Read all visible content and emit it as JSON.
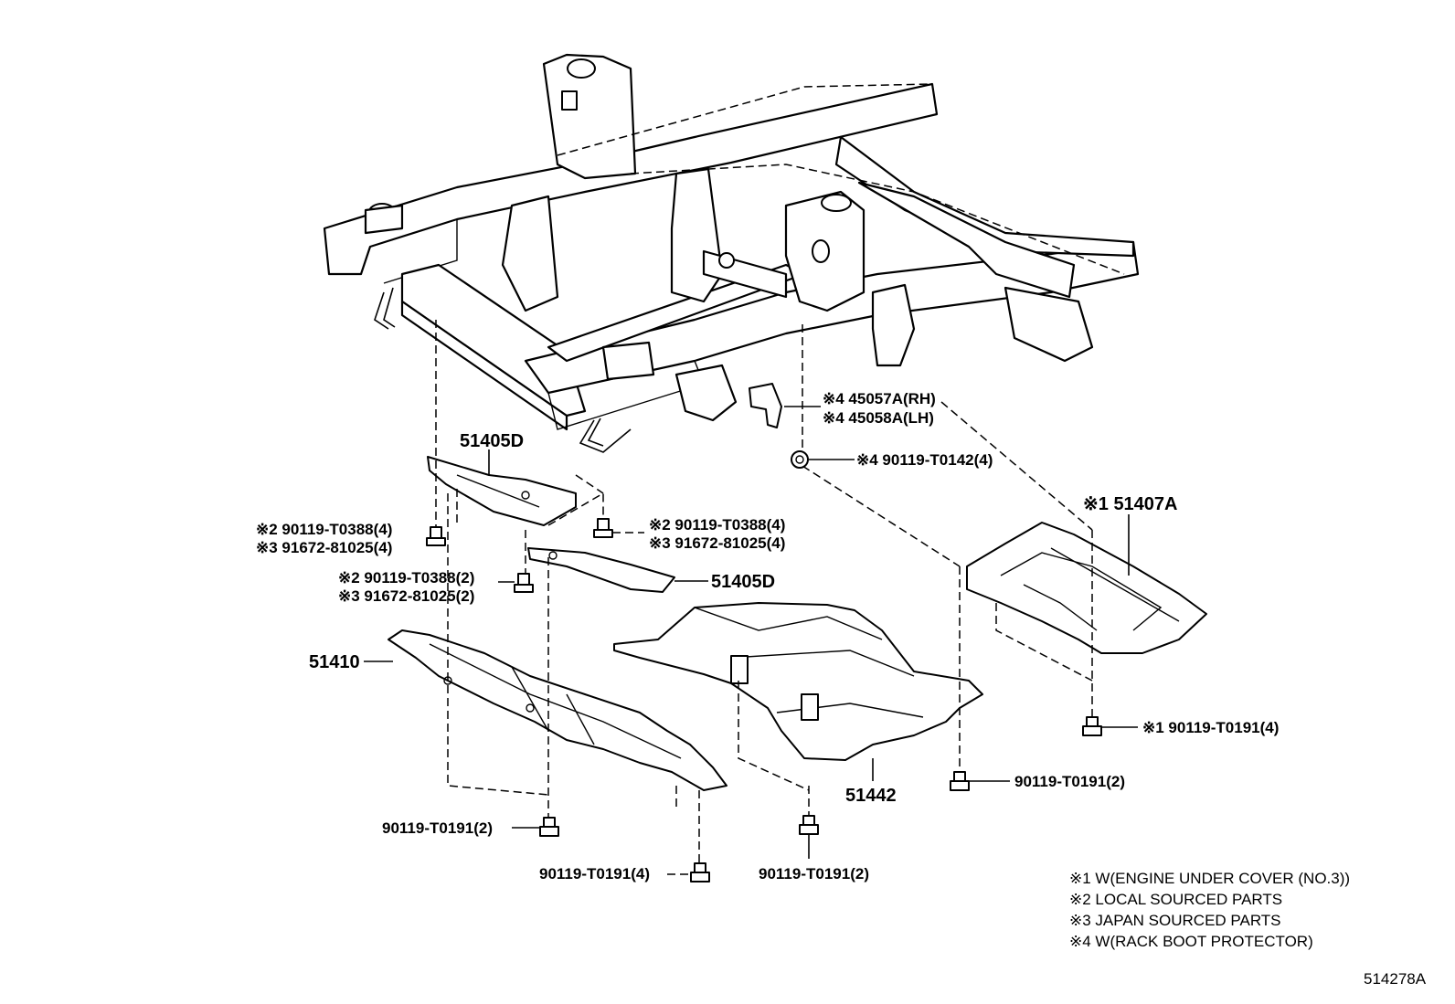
{
  "labels": {
    "bracket_rh": "※4 45057A(RH)",
    "bracket_lh": "※4 45058A(LH)",
    "bolt_t0142": "※4 90119-T0142(4)",
    "cover_51405d_top": "51405D",
    "cover_51405d_mid": "51405D",
    "cover_51407a": "※1 51407A",
    "bolt_left_t0388": "※2 90119-T0388(4)",
    "bolt_left_81025": "※3 91672-81025(4)",
    "bolt_right_t0388": "※2 90119-T0388(4)",
    "bolt_right_81025": "※3 91672-81025(4)",
    "bolt_center_t0388": "※2 90119-T0388(2)",
    "bolt_center_81025": "※3 91672-81025(2)",
    "cover_51410": "51410",
    "cover_51442": "51442",
    "bolt_t0191_right4": "※1 90119-T0191(4)",
    "bolt_t0191_mid2": "90119-T0191(2)",
    "bolt_t0191_left2": "90119-T0191(2)",
    "bolt_t0191_left4": "90119-T0191(4)",
    "bolt_t0191_center2": "90119-T0191(2)"
  },
  "notes": [
    "※1 W(ENGINE UNDER COVER (NO.3))",
    "※2 LOCAL SOURCED PARTS",
    "※3 JAPAN SOURCED PARTS",
    "※4 W(RACK BOOT PROTECTOR)"
  ],
  "diagram_id": "514278A"
}
